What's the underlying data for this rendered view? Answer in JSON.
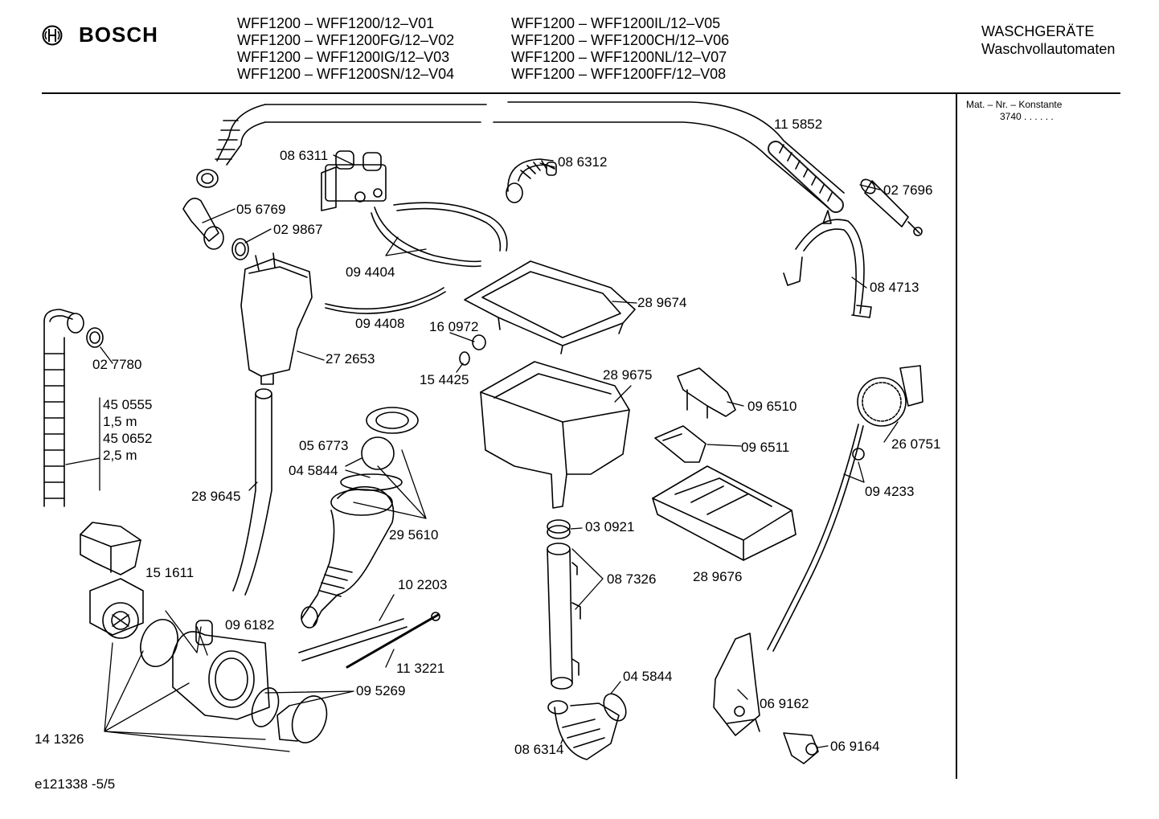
{
  "brand": "BOSCH",
  "models_left": [
    "WFF1200 – WFF1200/12–V01",
    "WFF1200 – WFF1200FG/12–V02",
    "WFF1200 – WFF1200IG/12–V03",
    "WFF1200 – WFF1200SN/12–V04"
  ],
  "models_right": [
    "WFF1200 – WFF1200IL/12–V05",
    "WFF1200 – WFF1200CH/12–V06",
    "WFF1200 – WFF1200NL/12–V07",
    "WFF1200 – WFF1200FF/12–V08"
  ],
  "category": {
    "line1": "WASCHGERÄTE",
    "line2": "Waschvollautomaten"
  },
  "mat": {
    "label": "Mat. – Nr. – Konstante",
    "value": "3740  .  .    .  .  .  ."
  },
  "footer": "e121338 -5/5",
  "parts": {
    "p115852": "11 5852",
    "p086311": "08 6311",
    "p086312": "08 6312",
    "p027696": "02 7696",
    "p056769": "05 6769",
    "p029867": "02 9867",
    "p094404": "09 4404",
    "p084713": "08 4713",
    "p289674": "28 9674",
    "p094408": "09 4408",
    "p160972": "16 0972",
    "p027780": "02 7780",
    "p272653": "27 2653",
    "p154425": "15 4425",
    "p289675": "28 9675",
    "p450555": "45 0555",
    "p15m": "1,5 m",
    "p450652": "45 0652",
    "p25m": "2,5 m",
    "p096510": "09 6510",
    "p260751": "26 0751",
    "p056773": "05 6773",
    "p045844a": "04 5844",
    "p096511": "09 6511",
    "p094233": "09 4233",
    "p289645": "28 9645",
    "p295610": "29 5610",
    "p030921": "03 0921",
    "p289676": "28 9676",
    "p087326": "08 7326",
    "p151611": "15 1611",
    "p102203": "10 2203",
    "p096182": "09 6182",
    "p113221": "11 3221",
    "p045844b": "04 5844",
    "p095269": "09 5269",
    "p069162": "06 9162",
    "p141326": "14 1326",
    "p086314": "08 6314",
    "p069164": "06 9164"
  }
}
